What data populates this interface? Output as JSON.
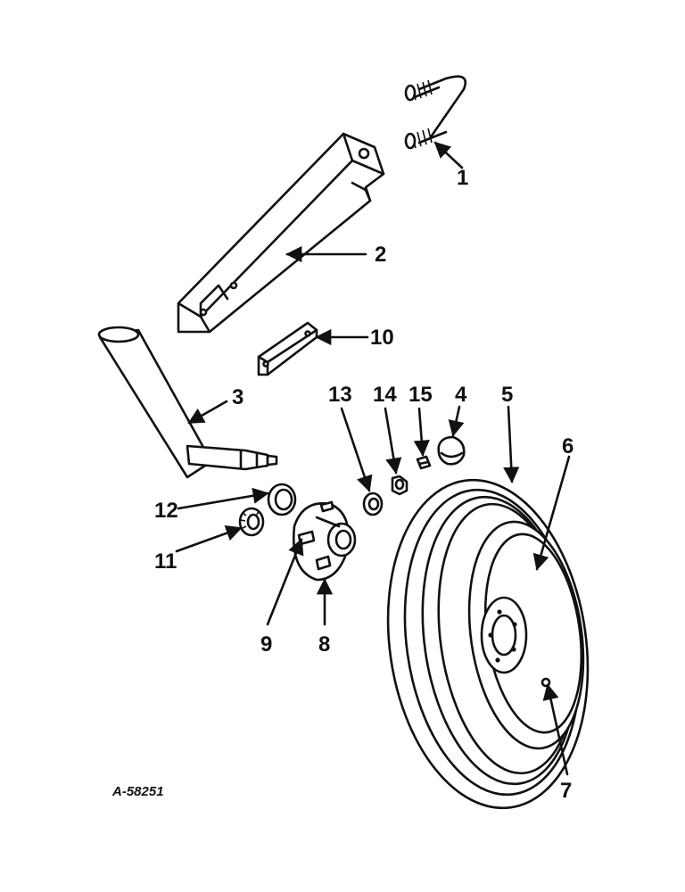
{
  "callouts": {
    "c1": "1",
    "c2": "2",
    "c3": "3",
    "c4": "4",
    "c5": "5",
    "c6": "6",
    "c7": "7",
    "c8": "8",
    "c9": "9",
    "c10": "10",
    "c11": "11",
    "c12": "12",
    "c13": "13",
    "c14": "14",
    "c15": "15"
  },
  "reference_number": "A-58251"
}
